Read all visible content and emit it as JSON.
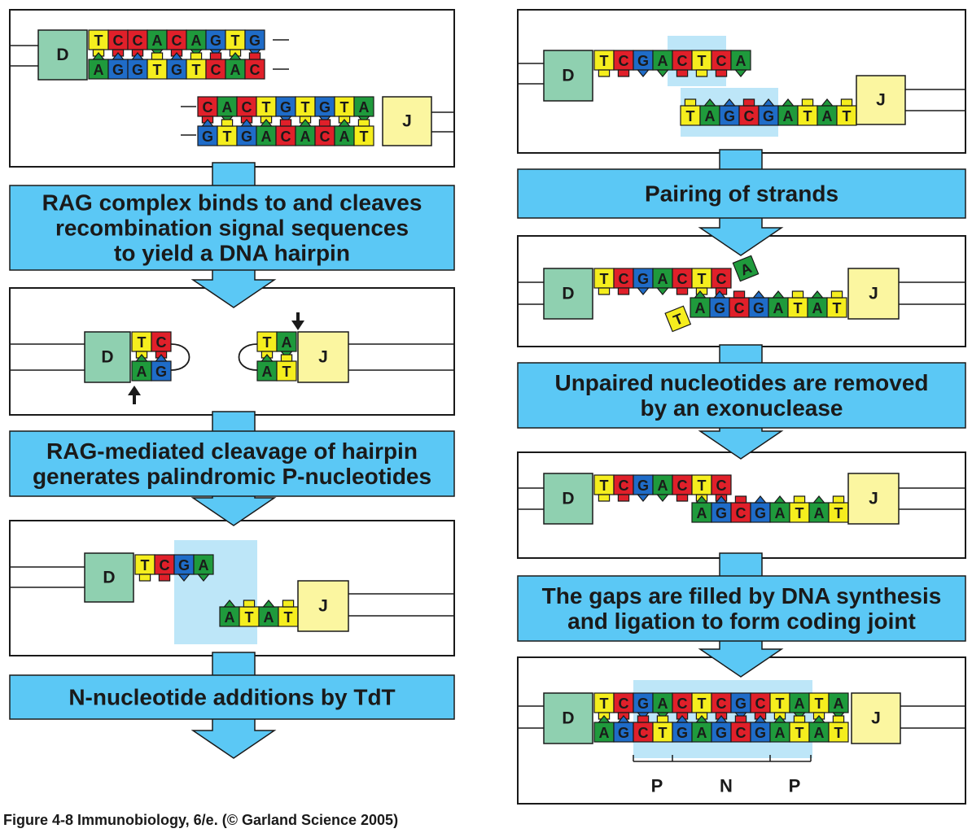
{
  "colors": {
    "A": "#1f9a3c",
    "C": "#e0202a",
    "G": "#1f6cc8",
    "T": "#f5ee1e",
    "D_fill": "#8fd0b0",
    "J_fill": "#fbf6a0",
    "arrow": "#5bc8f5",
    "highlight": "#bde6f8"
  },
  "segments": {
    "D": "D",
    "J": "J"
  },
  "steps": [
    {
      "text": [
        "RAG complex binds to and cleaves",
        "recombination signal sequences",
        "to yield a DNA hairpin"
      ]
    },
    {
      "text": [
        "RAG-mediated cleavage of hairpin",
        "generates palindromic P-nucleotides"
      ]
    },
    {
      "text": [
        "N-nucleotide additions by TdT"
      ]
    },
    {
      "text": [
        "Pairing of strands"
      ]
    },
    {
      "text": [
        "Unpaired nucleotides are removed",
        "by an exonuclease"
      ]
    },
    {
      "text": [
        "The gaps are filled by DNA synthesis",
        "and ligation to form coding joint"
      ]
    }
  ],
  "sequences": {
    "p1_d_top": "TCCACAGTG",
    "p1_d_bot": "AGGTGTCAC",
    "p1_j_top": "CACTGTGTA",
    "p1_j_bot": "GTGACACAT",
    "p2_d_top": "TC",
    "p2_d_bot": "AG",
    "p2_j_top": "TA",
    "p2_j_bot": "AT",
    "p3_d_top": "TCGA",
    "p3_j_bot": "ATAT",
    "p4_d_top": "TCGACTCA",
    "p4_j_bot": "TAGCGATAT",
    "p5_d_top": "TCGACTC",
    "p5_a_flap": "A",
    "p5_t_flap": "T",
    "p5_j_bot": "AGCGATAT",
    "p6_d_top": "TCGACTC",
    "p6_j_bot": "AGCGATAT",
    "p7_top": "TCGACTCGCTATA",
    "p7_bot": "AGCTGAGCGATAT"
  },
  "pn_labels": [
    "P",
    "N",
    "P"
  ],
  "caption": "Figure 4-8  Immunobiology, 6/e. (© Garland Science 2005)"
}
